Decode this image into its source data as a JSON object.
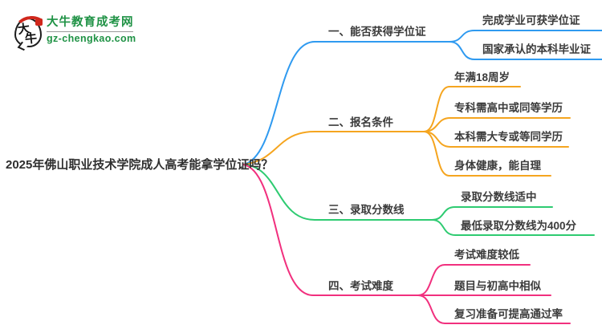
{
  "logo": {
    "bubble_char_top": "大",
    "bubble_char_bottom": "牛",
    "seal_mark": "印",
    "title": "大牛教育成考网",
    "domain": "gz-chengkao.com",
    "brand_green": "#1f9245",
    "brand_red": "#d0271c"
  },
  "root": {
    "label": "2025年佛山职业技术学院成人高考能拿学位证吗？"
  },
  "branches": [
    {
      "label": "一、能否获得学位证",
      "color": "#2f9af0",
      "children": [
        "完成学业可获学位证",
        "国家承认的本科毕业证"
      ]
    },
    {
      "label": "二、报名条件",
      "color": "#f5a51f",
      "children": [
        "年满18周岁",
        "专科需高中或同等学历",
        "本科需大专或等同学历",
        "身体健康，能自理"
      ]
    },
    {
      "label": "三、录取分数线",
      "color": "#2ecb71",
      "children": [
        "录取分数线适中",
        "最低录取分数线为400分"
      ]
    },
    {
      "label": "四、考试难度",
      "color": "#f1307e",
      "children": [
        "考试难度较低",
        "题目与初高中相似",
        "复习准备可提高通过率"
      ]
    }
  ]
}
